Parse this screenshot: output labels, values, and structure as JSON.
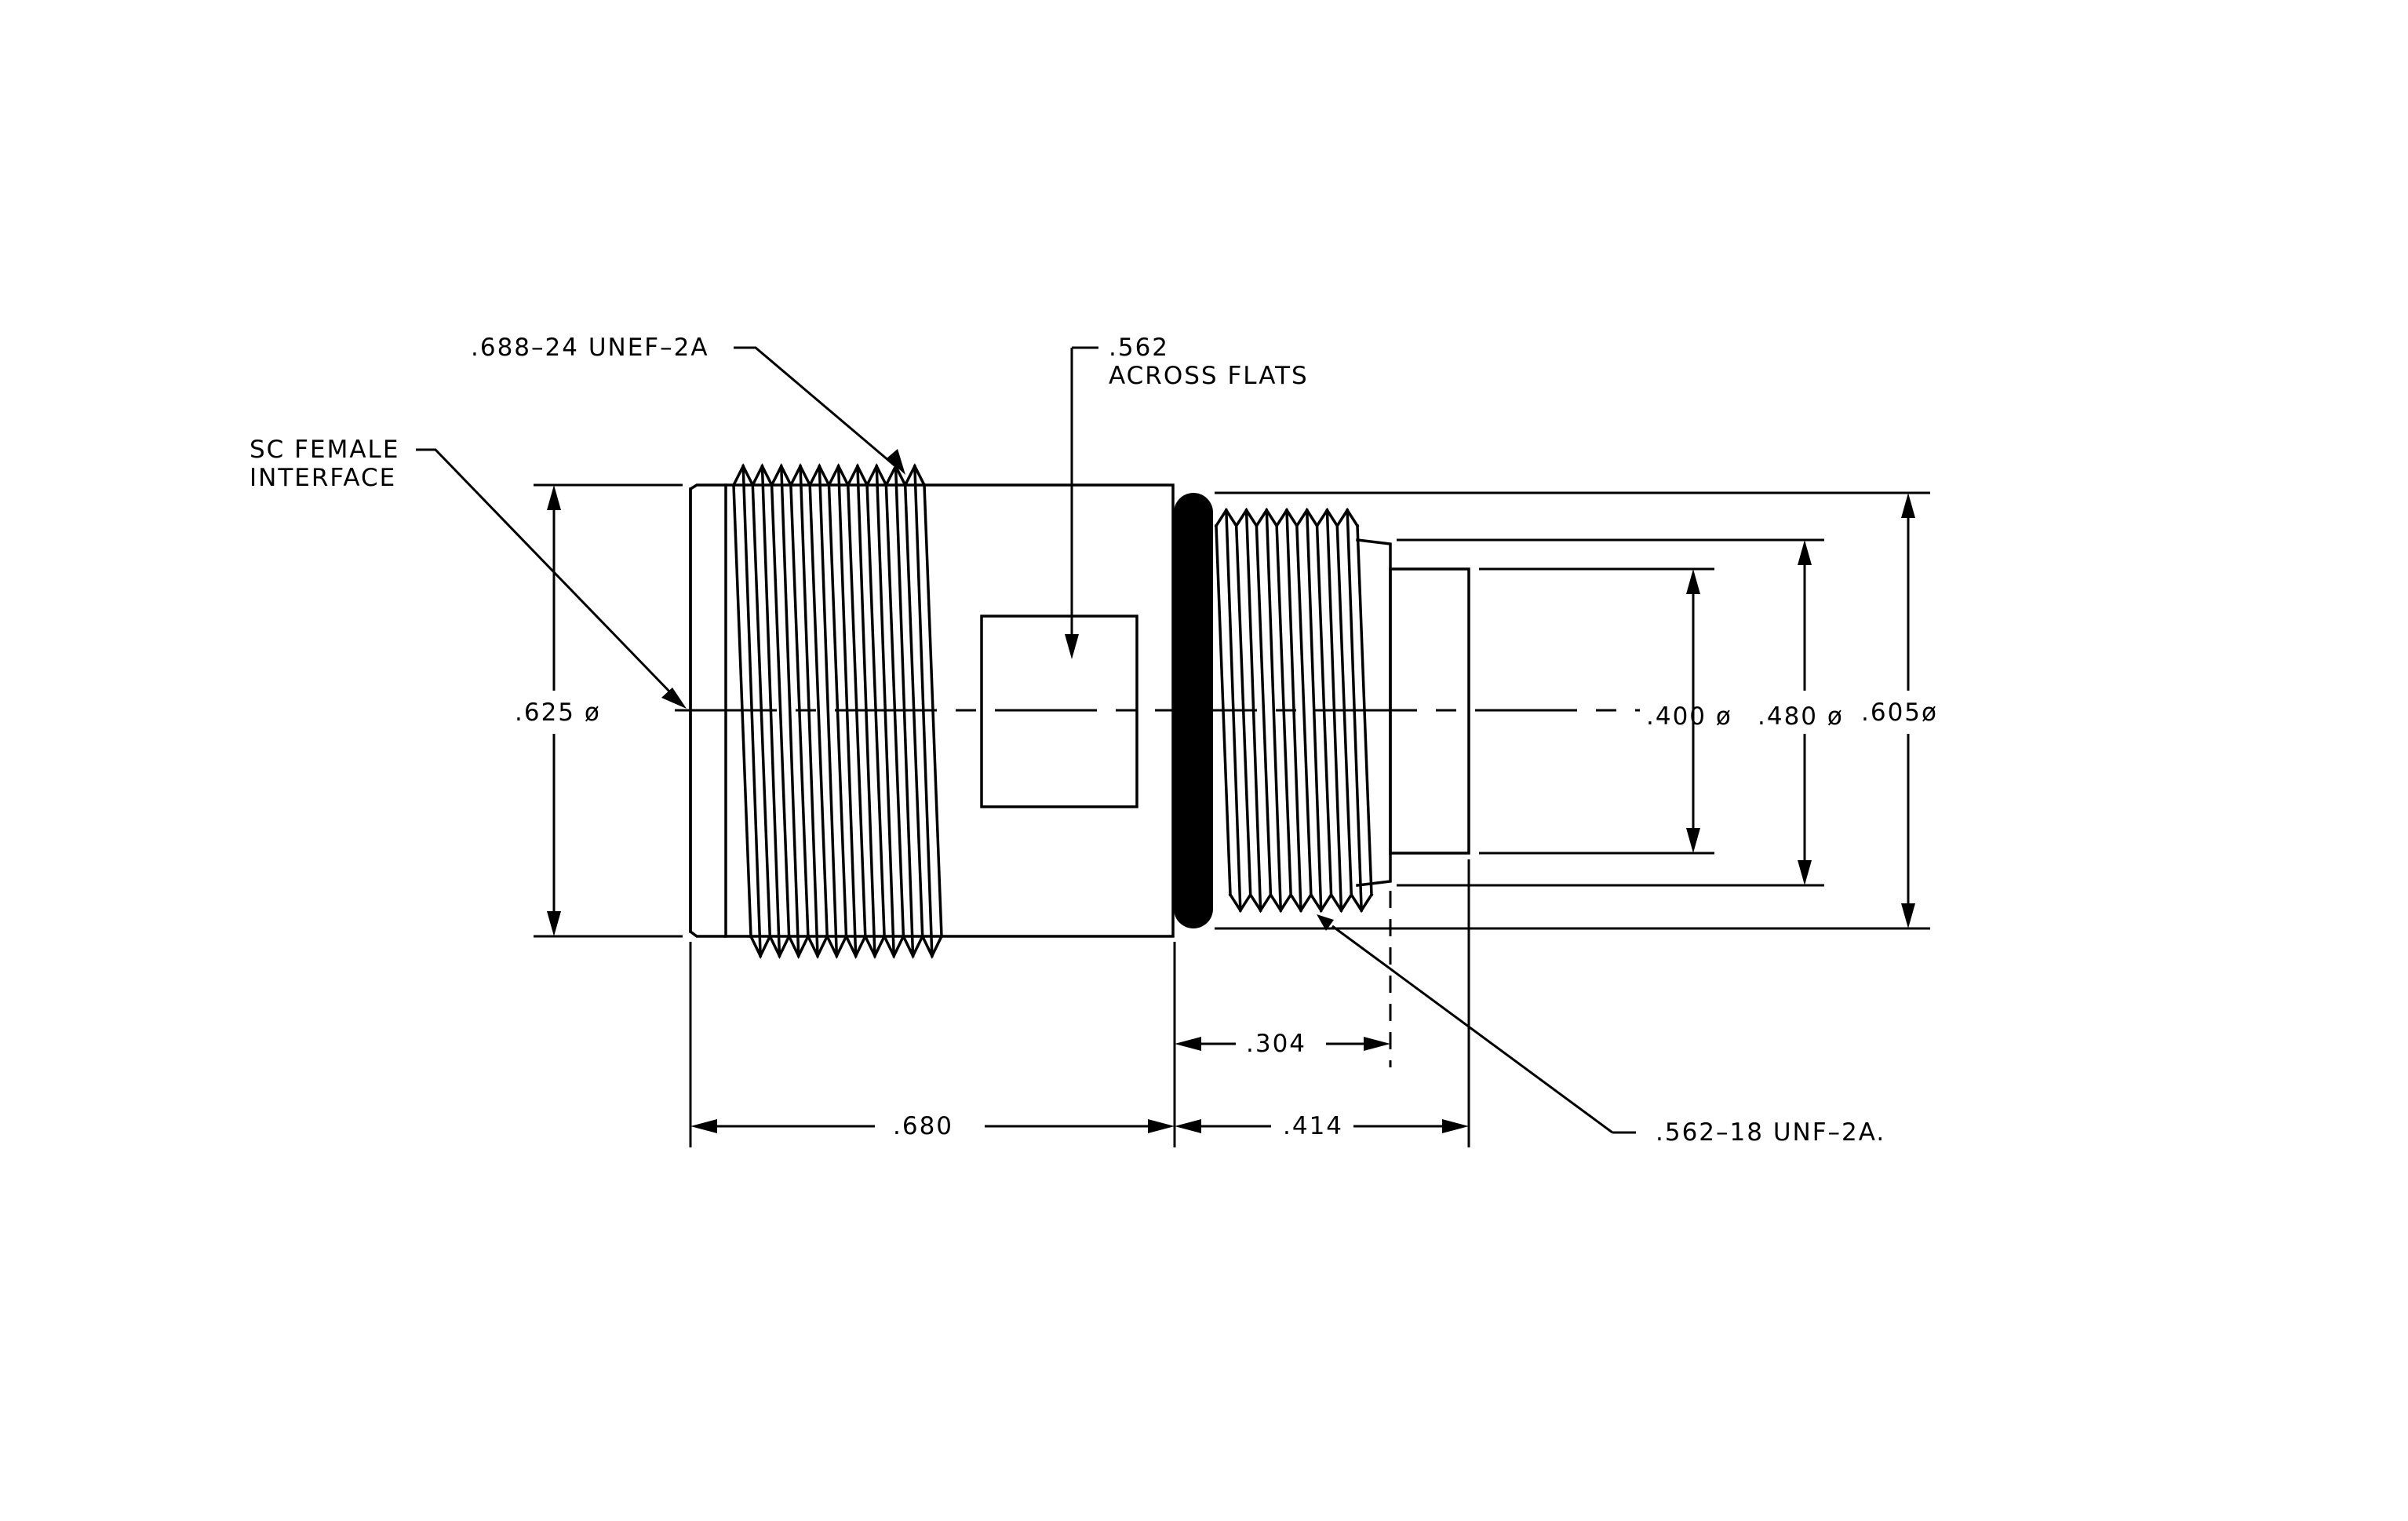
{
  "drawing": {
    "callouts": {
      "interface_line1": "SC FEMALE",
      "interface_line2": "INTERFACE",
      "thread_large": ".688–24 UNEF–2A",
      "flats_value": ".562",
      "flats_text": "ACROSS FLATS",
      "thread_small": ".562–18 UNF–2A."
    },
    "diameters": {
      "body": ".625 ø",
      "inner": ".400 ø",
      "middle": ".480 ø",
      "outer": ".605ø"
    },
    "lengths": {
      "body": ".680",
      "thread_section": ".414",
      "thread_length": ".304"
    }
  }
}
